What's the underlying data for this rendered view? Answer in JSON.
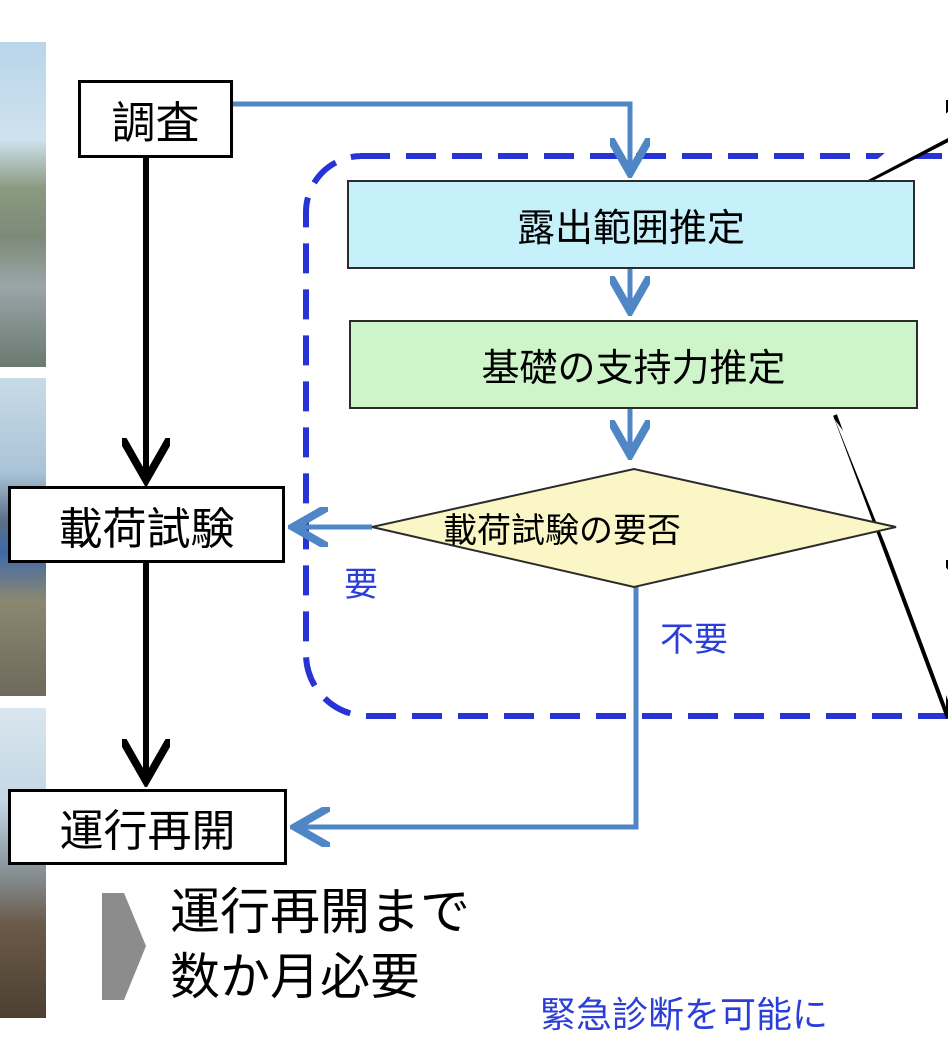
{
  "diagram": {
    "boxes": {
      "survey": "調査",
      "load_test": "載荷試験",
      "resume": "運行再開"
    },
    "process": {
      "exposure": "露出範囲推定",
      "bearing": "基礎の支持力推定"
    },
    "decision": "載荷試験の要否",
    "labels": {
      "required": "要",
      "not_required": "不要",
      "emergency": "緊急診断を可能に"
    },
    "notes": [
      "運行再開まで",
      "数か月必要"
    ]
  },
  "colors": {
    "flow_blue": "#4f86c6",
    "dashed_blue": "#2733d6",
    "exposure_fill": "#c6f1fb",
    "bearing_fill": "#cdf5c9",
    "decision_fill": "#fbf6c6",
    "label_blue": "#2b3fd8"
  }
}
